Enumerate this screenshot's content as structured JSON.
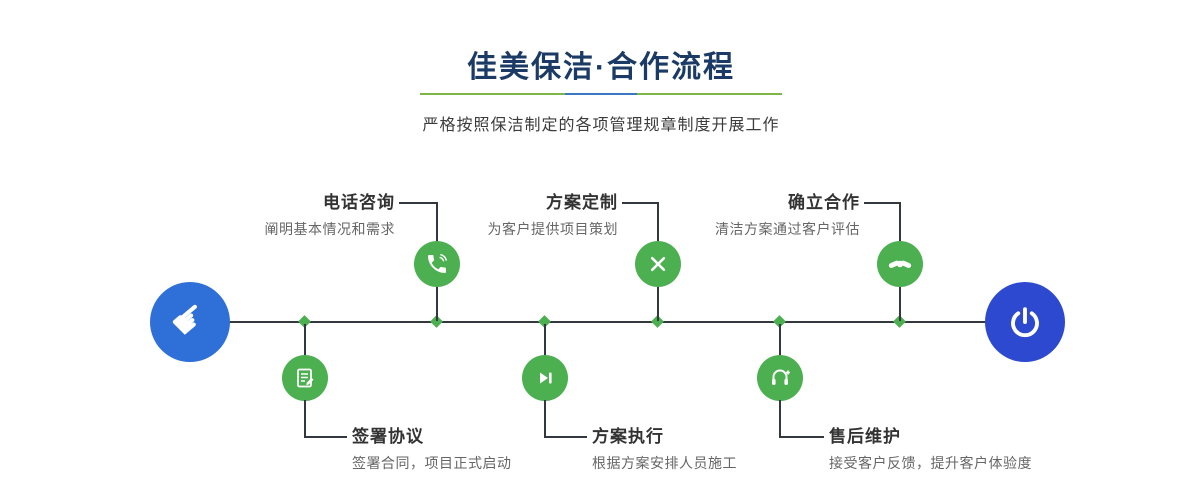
{
  "header": {
    "title": "佳美保洁·合作流程",
    "subtitle": "严格按照保洁制定的各项管理规章制度开展工作"
  },
  "colors": {
    "title_navy": "#1b3b66",
    "accent_green": "#4caf50",
    "underline_green": "#7cb646",
    "underline_blue": "#3a78c3",
    "start_circle_blue": "#2f6fd8",
    "end_circle_blue": "#2c49cf",
    "line_dark": "#333840",
    "label_text": "#333333",
    "desc_text": "#666666"
  },
  "timeline": {
    "start_icon": "pointer-hand-icon",
    "end_icon": "power-icon",
    "top_steps": [
      {
        "label": "电话咨询",
        "desc": "阐明基本情况和需求",
        "icon": "phone-icon"
      },
      {
        "label": "方案定制",
        "desc": "为客户提供项目策划",
        "icon": "design-tools-icon"
      },
      {
        "label": "确立合作",
        "desc": "清洁方案通过客户评估",
        "icon": "handshake-icon"
      }
    ],
    "bottom_steps": [
      {
        "label": "签署协议",
        "desc": "签署合同，项目正式启动",
        "icon": "contract-icon"
      },
      {
        "label": "方案执行",
        "desc": "根据方案安排人员施工",
        "icon": "play-icon"
      },
      {
        "label": "售后维护",
        "desc": "接受客户反馈，提升客户体验度",
        "icon": "headset-icon"
      }
    ]
  }
}
